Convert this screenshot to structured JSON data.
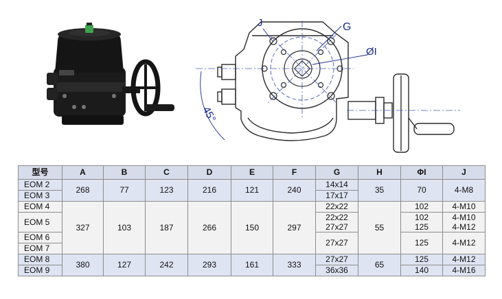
{
  "drawing": {
    "label_j": "J",
    "label_g": "G",
    "label_phi": "ØI",
    "label_angle": "45°"
  },
  "table": {
    "headers": [
      "型号",
      "A",
      "B",
      "C",
      "D",
      "E",
      "F",
      "G",
      "H",
      "ΦI",
      "J"
    ],
    "rows": [
      {
        "model": "EOM 2",
        "A": "268",
        "B": "77",
        "C": "123",
        "D": "216",
        "E": "121",
        "F": "240",
        "G": "14x14",
        "H": "35",
        "I": "70",
        "J": "4-M8"
      },
      {
        "model": "EOM 3",
        "G": "17x17"
      },
      {
        "model": "EOM 4",
        "A": "327",
        "B": "103",
        "C": "187",
        "D": "266",
        "E": "150",
        "F": "297",
        "G": "22x22",
        "H": "55",
        "I": "102",
        "J": "4-M10"
      },
      {
        "model": "EOM 5",
        "G": [
          "22x22",
          "27x27"
        ],
        "I": [
          "102",
          "125"
        ],
        "J": [
          "4-M10",
          "4-M12"
        ]
      },
      {
        "model": "EOM 6",
        "G": "27x27",
        "I": "125",
        "J": "4-M12"
      },
      {
        "model": "EOM 7"
      },
      {
        "model": "EOM 8",
        "A": "380",
        "B": "127",
        "C": "242",
        "D": "293",
        "E": "161",
        "F": "333",
        "G": "27x27",
        "H": "65",
        "I": "125",
        "J": "4-M12"
      },
      {
        "model": "EOM 9",
        "G": "36x36",
        "I": "140",
        "J": "4-M16"
      }
    ]
  }
}
